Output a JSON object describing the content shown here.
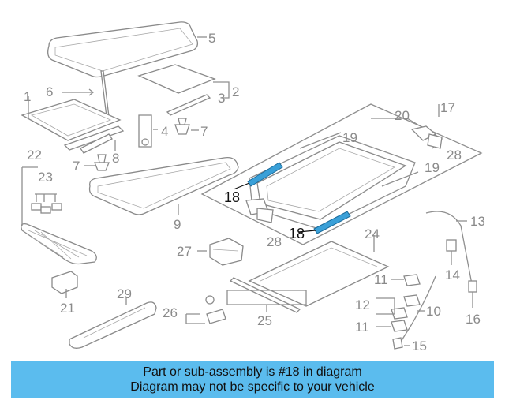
{
  "callouts": [
    "1",
    "2",
    "3",
    "4",
    "5",
    "6",
    "7",
    "7",
    "8",
    "9",
    "10",
    "11",
    "11",
    "12",
    "13",
    "14",
    "15",
    "16",
    "17",
    "18",
    "18",
    "19",
    "19",
    "20",
    "21",
    "22",
    "23",
    "24",
    "25",
    "26",
    "27",
    "28",
    "28",
    "29"
  ],
  "banner": {
    "line1": "Part or sub-assembly is #18 in diagram",
    "line2": "Diagram may not be specific to your vehicle"
  },
  "colors": {
    "banner_bg": "#5bbcee",
    "highlight_part": "#3aa0d8",
    "line_art": "#8f8f8f"
  }
}
